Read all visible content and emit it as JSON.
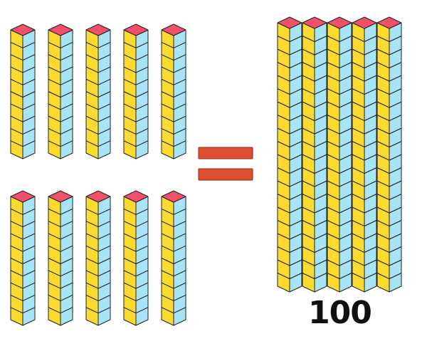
{
  "colors": {
    "top": "#f0506a",
    "left_face": "#fddb2e",
    "right_face": "#a6e4f6",
    "stroke": "#222222",
    "equals_bar": "#e04e32",
    "equals_stroke": "#8a2a18"
  },
  "left_group": {
    "rod_count": 10,
    "cubes_per_rod": 10
  },
  "right_group": {
    "rod_count": 5,
    "cubes_per_rod": 20
  },
  "equals_sign": {
    "icon": "equals-icon"
  },
  "total": {
    "label": "100"
  }
}
